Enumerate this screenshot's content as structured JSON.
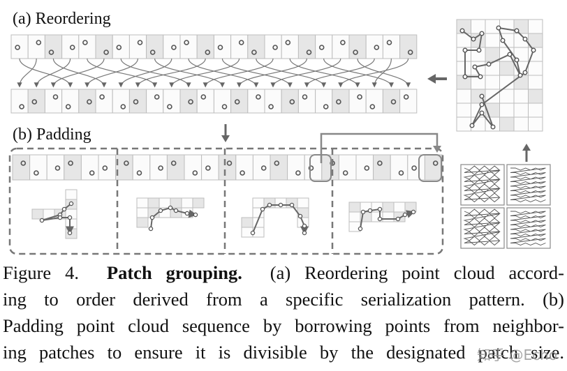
{
  "figure": {
    "panel_a_label": "(a) Reordering",
    "panel_b_label": "(b) Padding"
  },
  "caption": {
    "fig_label": "Figure 4.",
    "title": "Patch grouping.",
    "line1_rest": "(a) Reordering point cloud accord-",
    "line2": "ing to order derived from a specific serialization pattern.  (b)",
    "line3": "Padding point cloud sequence by borrowing points from neighbor-",
    "line4": "ing patches to ensure it is divisible by the designated patch size."
  },
  "watermark": "知乎 @Echo",
  "colors": {
    "cell_fill": "#e6e6e6",
    "cell_stroke": "#bdbdbd",
    "arrow": "#666666",
    "dash": "#777777"
  }
}
